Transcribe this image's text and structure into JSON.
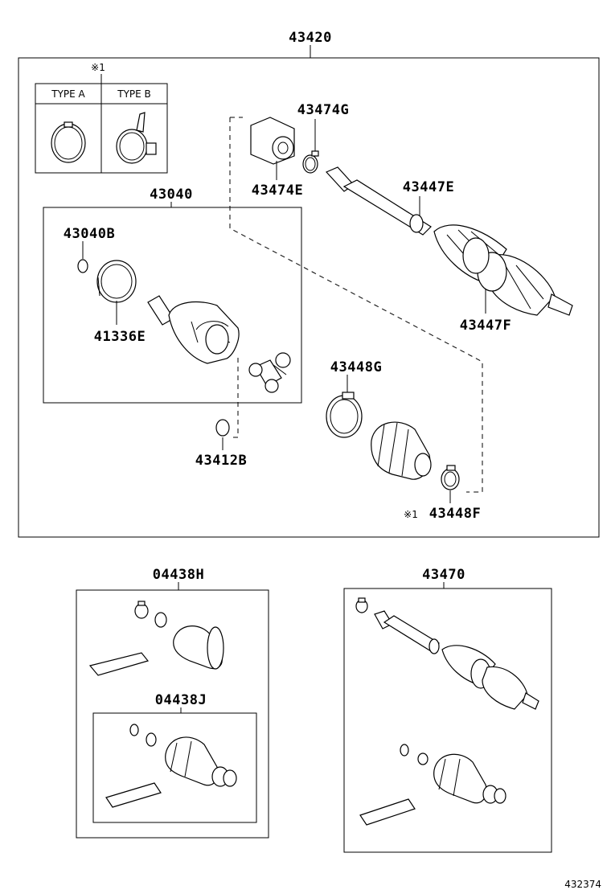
{
  "assembly_label": "43420",
  "note_marker": "※1",
  "type_a_label": "TYPE A",
  "type_b_label": "TYPE B",
  "parts": {
    "p43474G": "43474G",
    "p43474E": "43474E",
    "p43447E": "43447E",
    "p43447F": "43447F",
    "p43040": "43040",
    "p43040B": "43040B",
    "p41336E": "41336E",
    "p43448G": "43448G",
    "p43412B": "43412B",
    "p43448F_marker": "※1",
    "p43448F": "43448F",
    "p04438H": "04438H",
    "p04438J": "04438J",
    "p43470": "43470"
  },
  "reference_number": "432374"
}
